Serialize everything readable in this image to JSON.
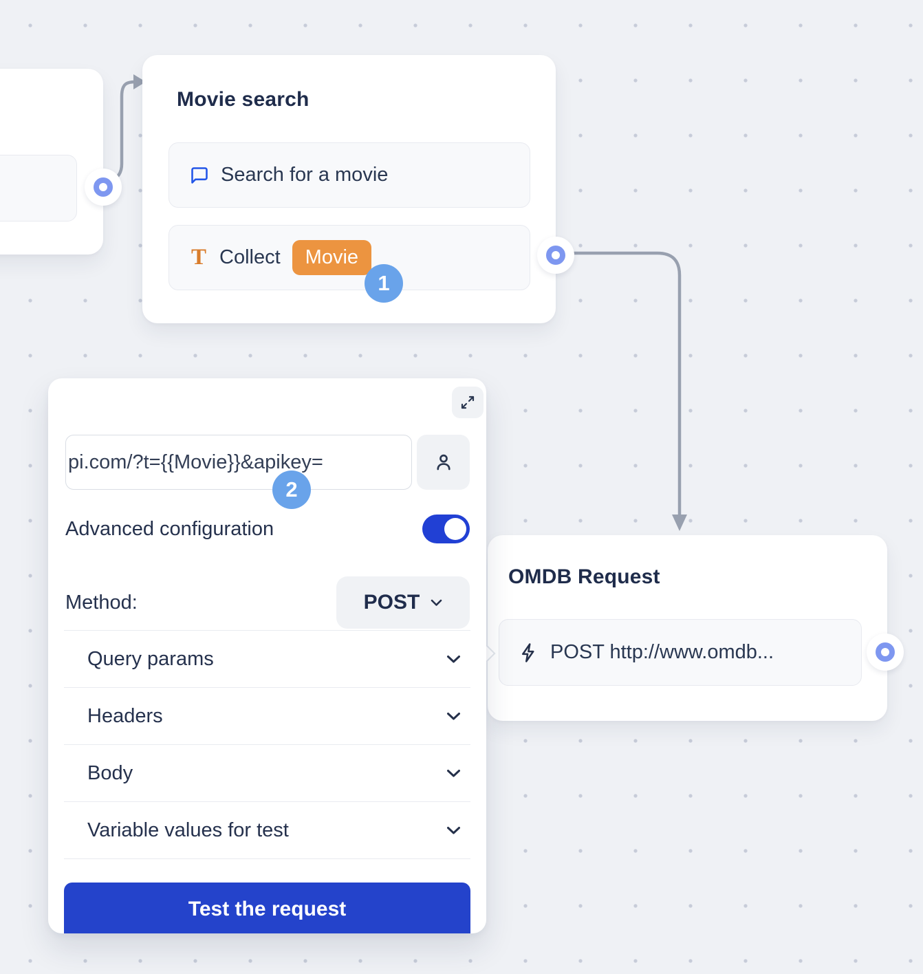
{
  "canvas": {
    "background_color": "#eff1f5",
    "dot_grid_color": "#c7ccd9"
  },
  "colors": {
    "accent_blue": "#2140d4",
    "step_badge_blue": "#69a3ea",
    "variable_badge_orange": "#ec9440",
    "port_blue": "#7e97f0",
    "connector_gray": "#98a0af",
    "text_dark": "#1f2c4b"
  },
  "nodes": {
    "movie_search": {
      "title": "Movie search",
      "items": [
        {
          "icon": "chat-bubble-icon",
          "label": "Search for a movie"
        },
        {
          "icon": "text-input-icon",
          "label": "Collect",
          "variable_badge": "Movie"
        }
      ],
      "step_badge": "1"
    },
    "omdb_request": {
      "title": "OMDB Request",
      "item": {
        "icon": "lightning-icon",
        "label": "POST http://www.omdb..."
      }
    }
  },
  "panel": {
    "expand_icon": "expand-icon",
    "url_input": {
      "value": "pi.com/?t={{Movie}}&apikey="
    },
    "url_action_icon": "person-icon",
    "step_badge": "2",
    "advanced_configuration": {
      "label": "Advanced configuration",
      "enabled": true
    },
    "method": {
      "label": "Method:",
      "value": "POST"
    },
    "sections": [
      {
        "label": "Query params"
      },
      {
        "label": "Headers"
      },
      {
        "label": "Body"
      },
      {
        "label": "Variable values for test"
      }
    ],
    "test_button_label": "Test the request"
  }
}
